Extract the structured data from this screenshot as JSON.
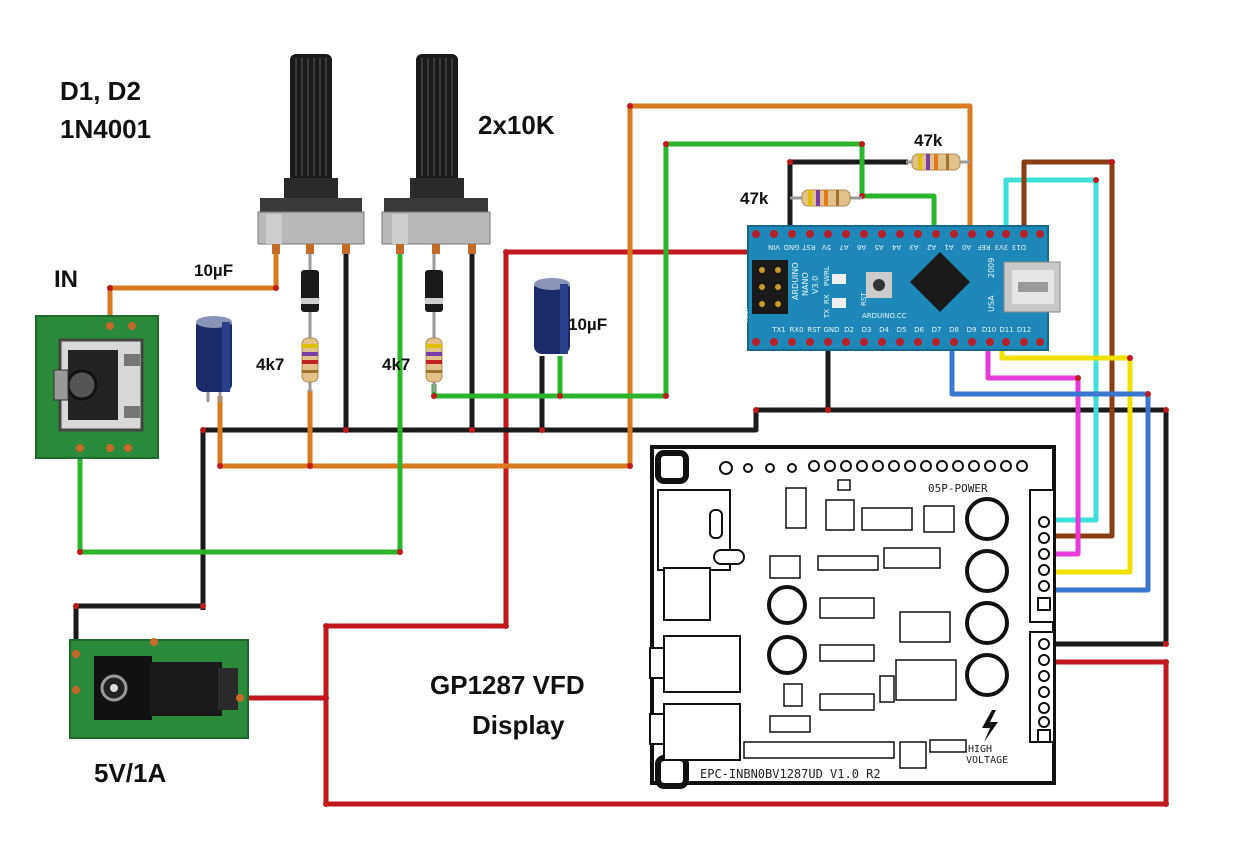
{
  "labels": {
    "diodes_title": "D1, D2",
    "diodes_part": "1N4001",
    "pots": "2x10K",
    "input": "IN",
    "cap_left": "10µF",
    "cap_right": "10µF",
    "res_top": "47k",
    "res_mid": "47k",
    "res_left": "4k7",
    "res_right": "4k7",
    "power": "5V/1A",
    "display_line1": "GP1287 VFD",
    "display_line2": "Display"
  },
  "vfd": {
    "board_id": "EPC-INBN0BV1287UD V1.0 R2",
    "power_label": "05P-POWER",
    "hv_line1": "HIGH",
    "hv_line2": "VOLTAGE"
  },
  "nano": {
    "top_pins": [
      "D12",
      "D11",
      "D10",
      "D9",
      "D8",
      "D7",
      "D6",
      "D5",
      "D4",
      "D3",
      "D2",
      "GND",
      "RST",
      "RX0",
      "TX1"
    ],
    "bottom_pins": [
      "VIN",
      "GND",
      "RST",
      "5V",
      "A7",
      "A6",
      "A5",
      "A4",
      "A3",
      "A2",
      "A1",
      "A0",
      "REF",
      "3V3",
      "D13"
    ],
    "board_text": [
      "ARDUINO",
      "NANO",
      "V3.0"
    ],
    "side_text": [
      "ICSP",
      "PWR",
      "RX",
      "TX",
      "L",
      "RST",
      "2009",
      "USA",
      "ARDUINO.CC"
    ]
  },
  "colors": {
    "wire_red": "#c0181c",
    "wire_black": "#1a1a1a",
    "wire_green": "#2cb52c",
    "wire_orange": "#d97a1e",
    "wire_cyan": "#3ee0da",
    "wire_brown": "#8a3c12",
    "wire_magenta": "#e83ad8",
    "wire_yellow": "#f2e000",
    "wire_blue": "#3a78d0",
    "nano_board": "#1e88b8",
    "jack_board": "#2a8a3a"
  }
}
